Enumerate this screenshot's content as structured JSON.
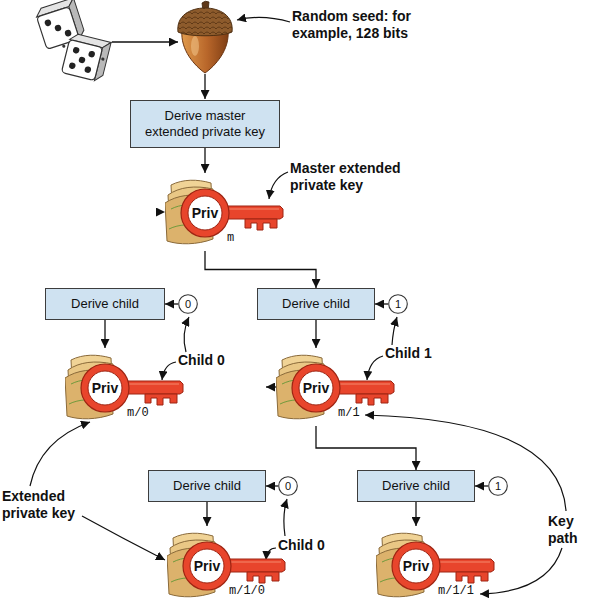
{
  "diagram": {
    "nodes": [
      {
        "text": [
          "Derive master extended private key"
        ]
      },
      {
        "text": [
          "Priv",
          "m"
        ]
      },
      {
        "text": [
          "Derive child"
        ]
      },
      {
        "text": [
          "0"
        ]
      },
      {
        "text": [
          "Derive child"
        ]
      },
      {
        "text": [
          "1"
        ]
      },
      {
        "text": [
          "Priv",
          "m/0"
        ]
      },
      {
        "text": [
          "Priv",
          "m/1"
        ]
      },
      {
        "text": [
          "Derive child"
        ]
      },
      {
        "text": [
          "0"
        ]
      },
      {
        "text": [
          "Derive child"
        ]
      },
      {
        "text": [
          "1"
        ]
      },
      {
        "text": [
          "Priv",
          "m/1/0"
        ]
      },
      {
        "text": [
          "Priv",
          "m/1/1"
        ]
      }
    ],
    "edges": [
      {
        "from": 0,
        "to": 1,
        "arrow": "to"
      },
      {
        "from": 1,
        "to": 2,
        "arrow": "to"
      },
      {
        "from": 1,
        "to": 4,
        "arrow": "to"
      },
      {
        "from": 3,
        "to": 2,
        "arrow": "to"
      },
      {
        "from": 5,
        "to": 4,
        "arrow": "to"
      },
      {
        "from": 2,
        "to": 6,
        "arrow": "to"
      },
      {
        "from": 4,
        "to": 7,
        "arrow": "to"
      },
      {
        "from": 7,
        "to": 8,
        "arrow": "to"
      },
      {
        "from": 7,
        "to": 10,
        "arrow": "to"
      },
      {
        "from": 9,
        "to": 8,
        "arrow": "to"
      },
      {
        "from": 11,
        "to": 10,
        "arrow": "to"
      },
      {
        "from": 8,
        "to": 12,
        "arrow": "to"
      },
      {
        "from": 10,
        "to": 13,
        "arrow": "to"
      }
    ],
    "labels": [
      "Random seed: for example, 128 bits",
      "Master extended private key",
      "Child 0",
      "Child 1",
      "Extended private key",
      "Key path",
      "Child 0"
    ]
  }
}
